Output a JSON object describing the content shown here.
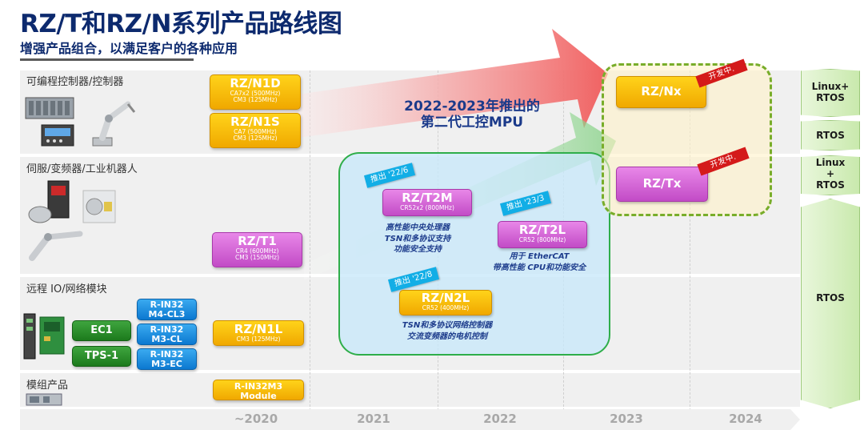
{
  "header": {
    "title": "RZ/T和RZ/N系列产品路线图",
    "subtitle": "增强产品组合，以满足客户的各种应用"
  },
  "categories": {
    "plc": "可编程控制器/控制器",
    "servo": "伺服/变频器/工业机器人",
    "remote_io": "远程 IO/网络模块",
    "module": "模组产品"
  },
  "products": {
    "rzn1d": {
      "name": "RZ/N1D",
      "spec1": "CA7x2 (500MHz)",
      "spec2": "CM3 (125MHz)"
    },
    "rzn1s": {
      "name": "RZ/N1S",
      "spec1": "CA7 (500MHz)",
      "spec2": "CM3 (125MHz)"
    },
    "rzt1": {
      "name": "RZ/T1",
      "spec1": "CR4 (600MHz)",
      "spec2": "CM3 (150MHz)"
    },
    "rzn1l": {
      "name": "RZ/N1L",
      "spec1": "CM3 (125MHz)"
    },
    "rin32m3_module": {
      "line1": "R-IN32M3",
      "line2": "Module"
    },
    "ec1": "EC1",
    "tps1": "TPS-1",
    "rin32_m4_cl3": {
      "line1": "R-IN32",
      "line2": "M4-CL3"
    },
    "rin32_m3_cl": {
      "line1": "R-IN32",
      "line2": "M3-CL"
    },
    "rin32_m3_ec": {
      "line1": "R-IN32",
      "line2": "M3-EC"
    },
    "rzt2m": {
      "name": "RZ/T2M",
      "spec": "CR52x2 (800MHz)"
    },
    "rzt2l": {
      "name": "RZ/T2L",
      "spec": "CR52 (800MHz)"
    },
    "rzn2l": {
      "name": "RZ/N2L",
      "spec": "CR52 (400MHz)"
    },
    "rznx": {
      "name": "RZ/Nx"
    },
    "rztx": {
      "name": "RZ/Tx"
    }
  },
  "second_gen": {
    "line1": "2022-2023年推出的",
    "line2": "第二代工控MPU"
  },
  "tags": {
    "t2m": "推出 '22/6",
    "t2l": "推出 '23/3",
    "n2l": "推出 '22/8",
    "dev": "开发中."
  },
  "descriptions": {
    "t2m": [
      "高性能中央处理器",
      "TSN和多协议支持",
      "功能安全支持"
    ],
    "t2l": [
      "用于 EtherCAT",
      "带高性能 CPU和功能安全"
    ],
    "n2l": [
      "TSN和多协议网络控制器",
      "交流变频器的电机控制"
    ]
  },
  "os_labels": {
    "linux_rtos_1": {
      "l1": "Linux+",
      "l2": "RTOS"
    },
    "rtos_1": "RTOS",
    "linux_rtos_2": {
      "l1": "Linux",
      "l2": "+",
      "l3": "RTOS"
    },
    "rtos_2": "RTOS"
  },
  "timeline": [
    "~2020",
    "2021",
    "2022",
    "2023",
    "2024"
  ],
  "colors": {
    "title": "#0d2a6e",
    "yellow_chip": "#f5b800",
    "purple_chip": "#d468d6",
    "green_chip": "#238a23",
    "blue_chip": "#1a8ee0",
    "tag_blue": "#12aee6",
    "dev_red": "#d41a1a",
    "second_gen_border": "#2fae4a",
    "future_border": "#78ad2a"
  }
}
